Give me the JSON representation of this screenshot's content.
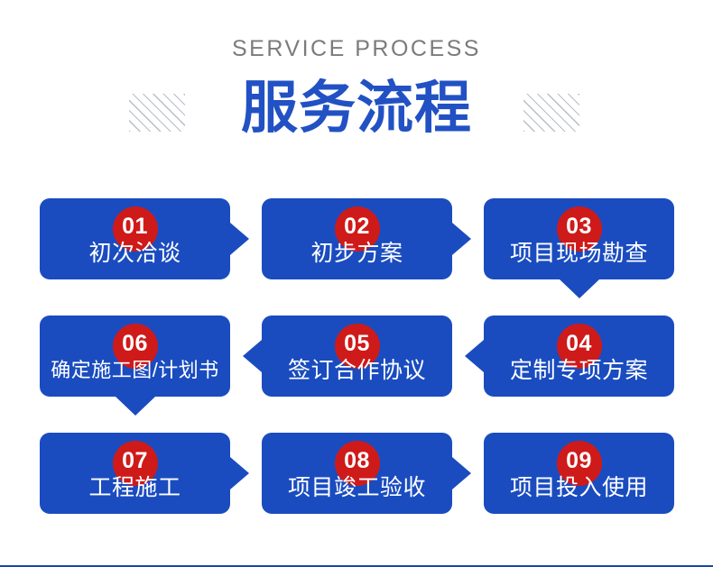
{
  "header": {
    "subtitle": "SERVICE PROCESS",
    "title": "服务流程",
    "subtitle_color": "#7b7b7b",
    "title_color": "#2251c4",
    "decoration": "diagonal-hatch-block"
  },
  "theme": {
    "card_blue": "#1a4cc0",
    "badge_red": "#cf1a1a",
    "background": "#ffffff",
    "bottom_rule": "#1a47a8"
  },
  "steps": [
    {
      "number": "01",
      "label": "初次洽谈",
      "row": 1,
      "col": 1,
      "connector": "right"
    },
    {
      "number": "02",
      "label": "初步方案",
      "row": 1,
      "col": 2,
      "connector": "right"
    },
    {
      "number": "03",
      "label": "项目现场勘查",
      "row": 1,
      "col": 3,
      "connector": "down"
    },
    {
      "number": "04",
      "label": "定制专项方案",
      "row": 2,
      "col": 3,
      "connector": "left"
    },
    {
      "number": "05",
      "label": "签订合作协议",
      "row": 2,
      "col": 2,
      "connector": "left"
    },
    {
      "number": "06",
      "label": "确定施工图/计划书",
      "row": 2,
      "col": 1,
      "connector": "down"
    },
    {
      "number": "07",
      "label": "工程施工",
      "row": 3,
      "col": 1,
      "connector": "right"
    },
    {
      "number": "08",
      "label": "项目竣工验收",
      "row": 3,
      "col": 2,
      "connector": "right"
    },
    {
      "number": "09",
      "label": "项目投入使用",
      "row": 3,
      "col": 3,
      "connector": "none"
    }
  ]
}
